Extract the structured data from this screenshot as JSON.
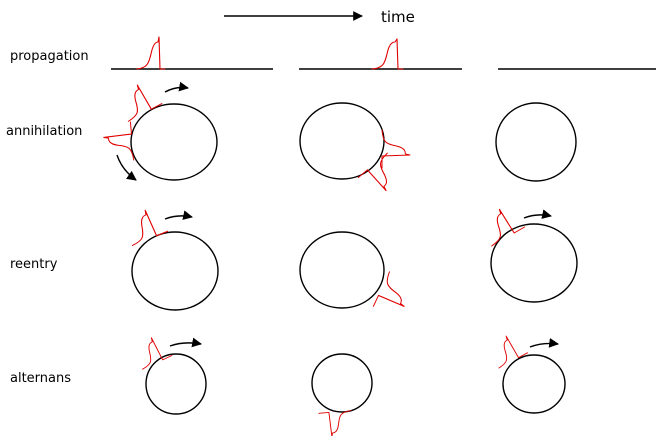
{
  "header": {
    "time_label": "time"
  },
  "rows": [
    {
      "label": "propagation"
    },
    {
      "label": "annihilation"
    },
    {
      "label": "reentry"
    },
    {
      "label": "alternans"
    }
  ],
  "colors": {
    "action_potential": "#e00000",
    "tissue": "#000000"
  }
}
